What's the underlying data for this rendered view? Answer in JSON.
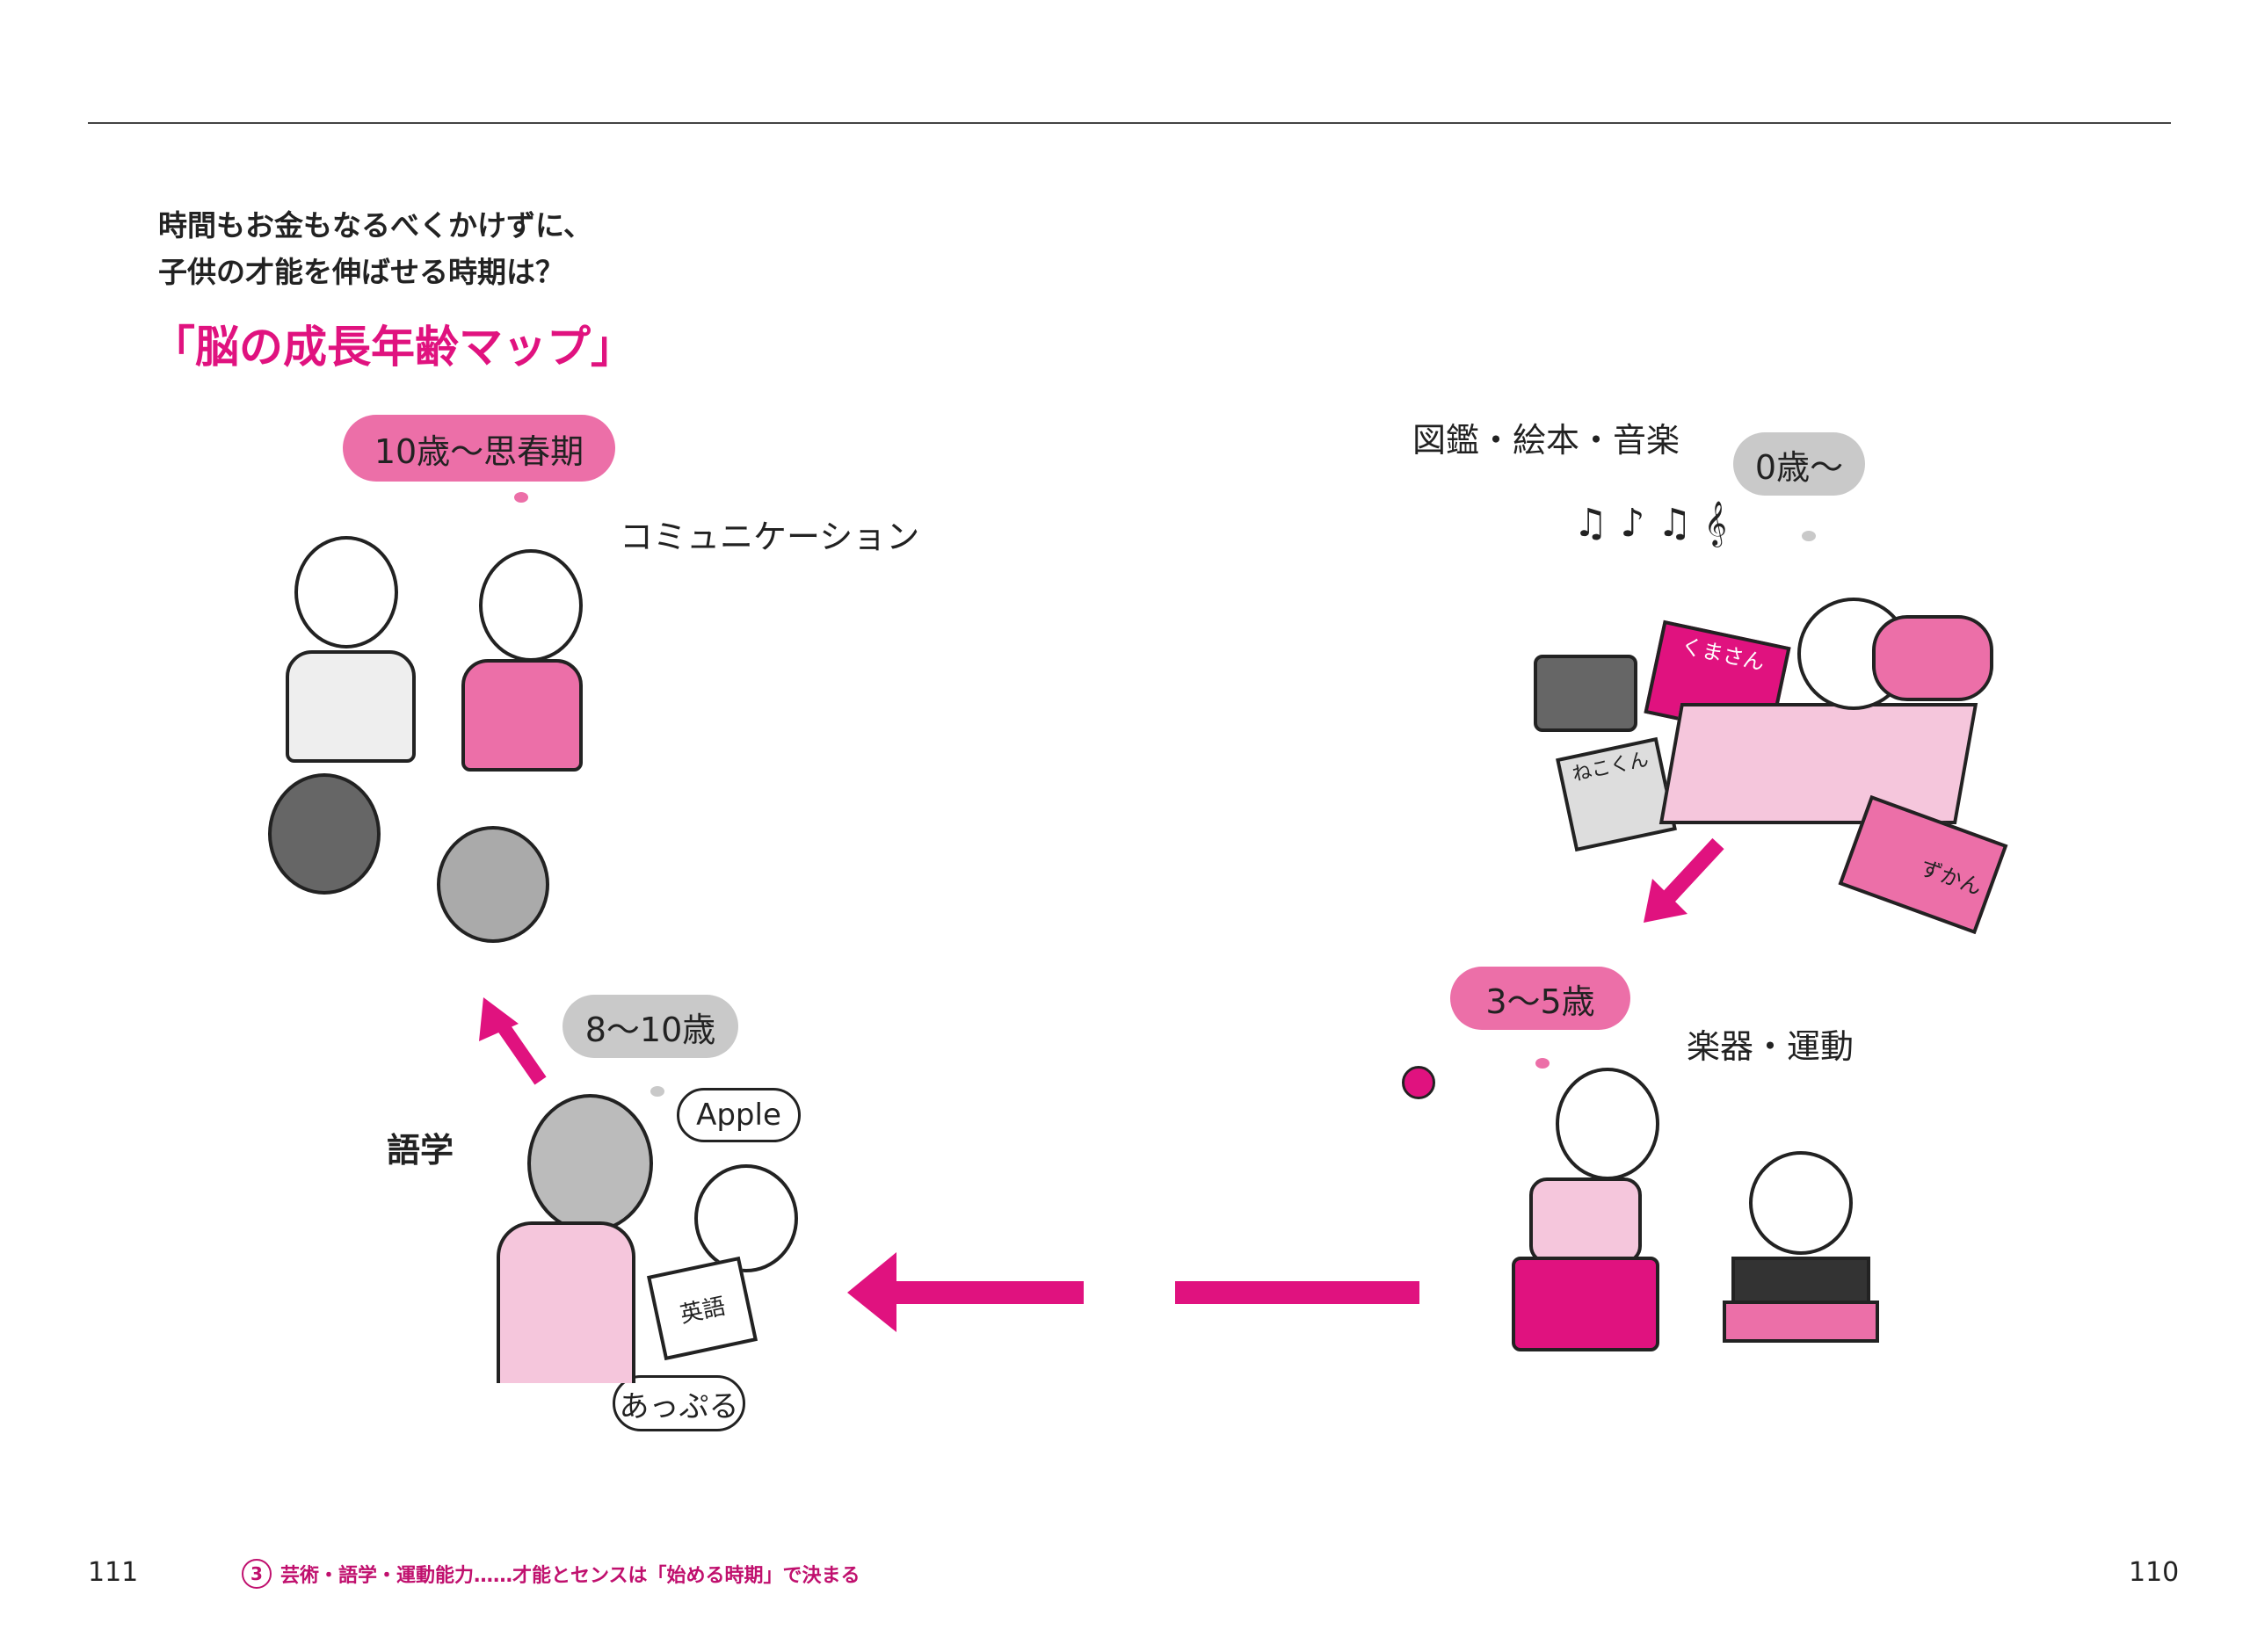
{
  "header": {
    "lead_line1": "時間もお金もなるべくかけずに、",
    "lead_line2": "子供の才能を伸ばせる時期は？",
    "title": "「脳の成長年齢マップ」"
  },
  "map": {
    "stage_0": {
      "age": "0歳～",
      "topic": "図鑑・絵本・音楽",
      "book1": "くまさん",
      "book2": "ねこくん",
      "book3": "ずかん"
    },
    "stage_3_5": {
      "age": "3～5歳",
      "topic": "楽器・運動"
    },
    "stage_8_10": {
      "age": "8～10歳",
      "topic": "語学",
      "speech_en": "Apple",
      "speech_jp": "あっぷる",
      "book": "英語"
    },
    "stage_10": {
      "age": "10歳～思春期",
      "topic": "コミュニケーション"
    }
  },
  "footer": {
    "page_left": "111",
    "page_right": "110",
    "chapter_num": "3",
    "chapter_title": "芸術・語学・運動能力……才能とセンスは「始める時期」で決まる"
  },
  "colors": {
    "accent": "#e0127f",
    "bubble_pink": "#ec6fa8",
    "bubble_gray": "#c9c9c9"
  }
}
